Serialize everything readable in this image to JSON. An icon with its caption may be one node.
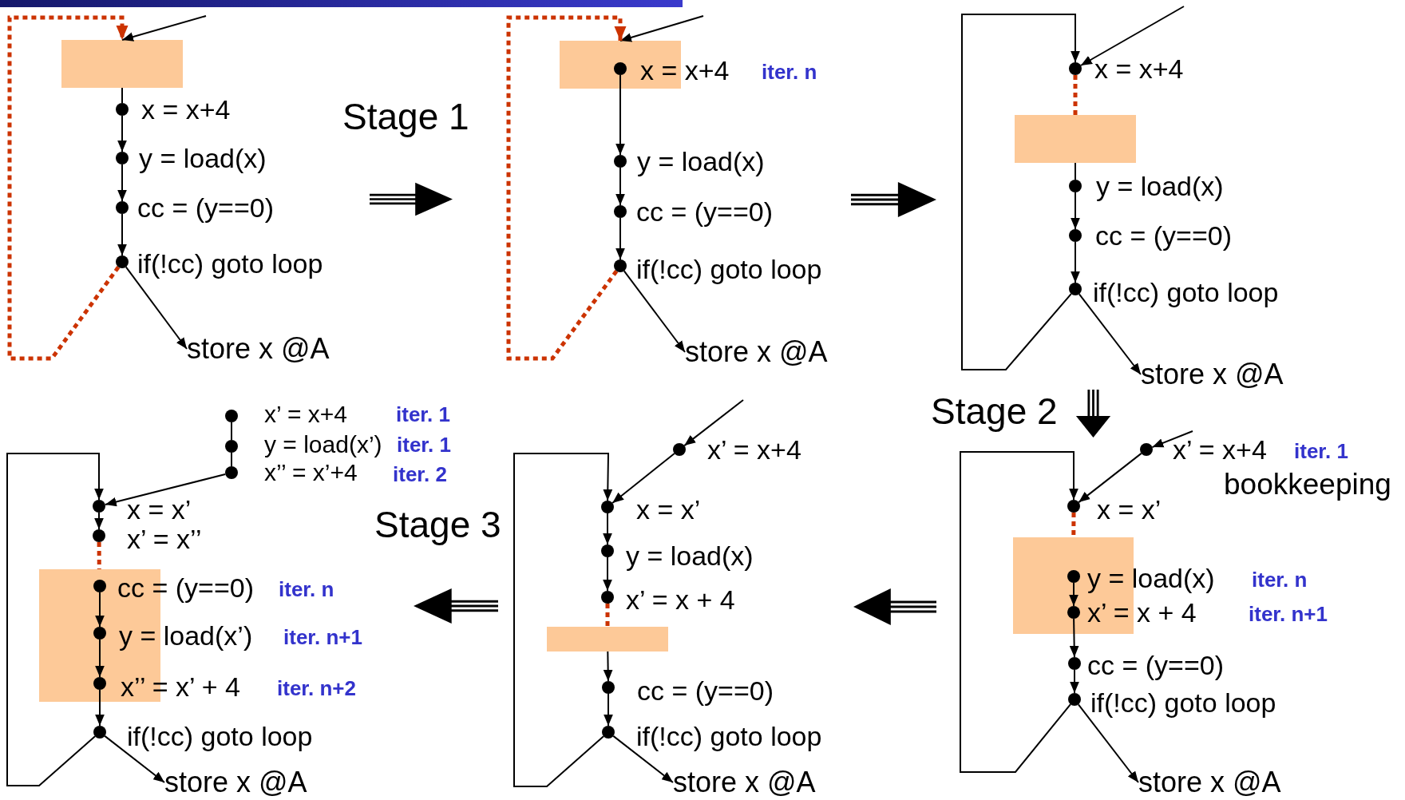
{
  "diagram": {
    "nodes": [
      {
        "text": [],
        "shape": "box"
      },
      {
        "text": [],
        "shape": "circle",
        "beside": [
          "x = x+4"
        ]
      },
      {
        "text": [],
        "shape": "circle",
        "beside": [
          "y = load(x)"
        ]
      },
      {
        "text": [],
        "shape": "circle",
        "beside": [
          "cc = (y==0)"
        ]
      },
      {
        "text": [],
        "shape": "circle",
        "beside": [
          "if(!cc) goto loop"
        ]
      },
      {
        "text": [
          "store x @A"
        ]
      },
      {
        "text": [],
        "shape": "box"
      },
      {
        "text": [],
        "shape": "circle",
        "in": 6,
        "beside": [
          "x = x+4",
          "iter. n"
        ]
      },
      {
        "text": [],
        "shape": "circle",
        "beside": [
          "y = load(x)"
        ]
      },
      {
        "text": [],
        "shape": "circle",
        "beside": [
          "cc = (y==0)"
        ]
      },
      {
        "text": [],
        "shape": "circle",
        "beside": [
          "if(!cc) goto loop"
        ]
      },
      {
        "text": [
          "store x @A"
        ]
      },
      {
        "text": [],
        "shape": "circle",
        "beside": [
          "x = x+4"
        ]
      },
      {
        "text": [],
        "shape": "box"
      },
      {
        "text": [],
        "shape": "circle",
        "beside": [
          "y = load(x)"
        ]
      },
      {
        "text": [],
        "shape": "circle",
        "beside": [
          "cc = (y==0)"
        ]
      },
      {
        "text": [],
        "shape": "circle",
        "beside": [
          "if(!cc) goto loop"
        ]
      },
      {
        "text": [
          "store x @A"
        ]
      },
      {
        "text": [],
        "shape": "circle",
        "beside": [
          "x’ = x+4",
          "iter. 1"
        ]
      },
      {
        "text": [],
        "shape": "circle",
        "beside": [
          "x = x’"
        ]
      },
      {
        "text": [],
        "shape": "box"
      },
      {
        "text": [],
        "shape": "circle",
        "in": 20,
        "beside": [
          "y = load(x)",
          "iter. n"
        ]
      },
      {
        "text": [],
        "shape": "circle",
        "in": 20,
        "beside": [
          "x’ = x + 4",
          "iter. n+1"
        ]
      },
      {
        "text": [],
        "shape": "circle",
        "beside": [
          "cc = (y==0)"
        ]
      },
      {
        "text": [],
        "shape": "circle",
        "beside": [
          "if(!cc) goto loop"
        ]
      },
      {
        "text": [
          "store x @A"
        ]
      },
      {
        "text": [],
        "shape": "circle",
        "beside": [
          "x’ = x+4"
        ]
      },
      {
        "text": [],
        "shape": "circle",
        "beside": [
          "x = x’"
        ]
      },
      {
        "text": [],
        "shape": "circle",
        "beside": [
          "y = load(x)"
        ]
      },
      {
        "text": [],
        "shape": "circle",
        "beside": [
          "x’ = x + 4"
        ]
      },
      {
        "text": [],
        "shape": "box"
      },
      {
        "text": [],
        "shape": "circle",
        "beside": [
          "cc = (y==0)"
        ]
      },
      {
        "text": [],
        "shape": "circle",
        "beside": [
          "if(!cc) goto loop"
        ]
      },
      {
        "text": [
          "store x @A"
        ]
      },
      {
        "text": [],
        "shape": "circle",
        "beside": [
          "x’ = x+4",
          "iter. 1"
        ]
      },
      {
        "text": [],
        "shape": "circle",
        "beside": [
          "y = load(x’)",
          "iter. 1"
        ]
      },
      {
        "text": [],
        "shape": "circle",
        "beside": [
          "x’’ = x’+4",
          "iter. 2"
        ]
      },
      {
        "text": [],
        "shape": "circle",
        "beside": [
          "x = x’"
        ]
      },
      {
        "text": [],
        "shape": "circle",
        "beside": [
          "x’ = x’’"
        ]
      },
      {
        "text": [],
        "shape": "box"
      },
      {
        "text": [],
        "shape": "circle",
        "in": 39,
        "beside": [
          "cc = (y==0)",
          "iter. n"
        ]
      },
      {
        "text": [],
        "shape": "circle",
        "in": 39,
        "beside": [
          "y = load(x’)",
          "iter. n+1"
        ]
      },
      {
        "text": [],
        "shape": "circle",
        "in": 39,
        "beside": [
          "x’’ = x’ + 4",
          "iter. n+2"
        ]
      },
      {
        "text": [],
        "shape": "circle",
        "beside": [
          "if(!cc) goto loop"
        ]
      },
      {
        "text": [
          "store x @A"
        ]
      }
    ],
    "edges": [
      {
        "from": null,
        "to": 0,
        "arrow": "to"
      },
      {
        "from": 0,
        "to": 1,
        "arrow": "none"
      },
      {
        "from": 1,
        "to": 2,
        "arrow": "to"
      },
      {
        "from": 2,
        "to": 3,
        "arrow": "to"
      },
      {
        "from": 3,
        "to": 4,
        "arrow": "to"
      },
      {
        "from": 4,
        "to": 5,
        "arrow": "to"
      },
      {
        "from": 4,
        "to": 0,
        "arrow": "to",
        "style": "dashed",
        "color": "#cc3300"
      },
      {
        "from": null,
        "to": 6,
        "arrow": "to"
      },
      {
        "from": 7,
        "to": 8,
        "arrow": "to"
      },
      {
        "from": 8,
        "to": 9,
        "arrow": "to"
      },
      {
        "from": 9,
        "to": 10,
        "arrow": "to"
      },
      {
        "from": 10,
        "to": 11,
        "arrow": "to"
      },
      {
        "from": 10,
        "to": 6,
        "arrow": "to",
        "style": "dashed",
        "color": "#cc3300"
      },
      {
        "from": null,
        "to": 12,
        "arrow": "to"
      },
      {
        "from": 12,
        "to": 13,
        "arrow": "none",
        "style": "dashed",
        "color": "#cc3300"
      },
      {
        "from": 13,
        "to": 14,
        "arrow": "none"
      },
      {
        "from": 14,
        "to": 15,
        "arrow": "to"
      },
      {
        "from": 15,
        "to": 16,
        "arrow": "to"
      },
      {
        "from": 16,
        "to": 17,
        "arrow": "to"
      },
      {
        "from": 16,
        "to": 12,
        "arrow": "to"
      },
      {
        "from": null,
        "to": 18,
        "arrow": "to"
      },
      {
        "from": 18,
        "to": 19,
        "arrow": "to"
      },
      {
        "from": 19,
        "to": 20,
        "arrow": "none",
        "style": "dashed",
        "color": "#cc3300"
      },
      {
        "from": 21,
        "to": 22,
        "arrow": "to"
      },
      {
        "from": 22,
        "to": 23,
        "arrow": "to"
      },
      {
        "from": 23,
        "to": 24,
        "arrow": "to"
      },
      {
        "from": 24,
        "to": 25,
        "arrow": "to"
      },
      {
        "from": 24,
        "to": 19,
        "arrow": "to"
      },
      {
        "from": null,
        "to": 26,
        "arrow": "to"
      },
      {
        "from": 26,
        "to": 27,
        "arrow": "to"
      },
      {
        "from": 27,
        "to": 28,
        "arrow": "to"
      },
      {
        "from": 28,
        "to": 29,
        "arrow": "to"
      },
      {
        "from": 29,
        "to": 30,
        "arrow": "none",
        "style": "dashed",
        "color": "#cc3300"
      },
      {
        "from": 30,
        "to": 31,
        "arrow": "to"
      },
      {
        "from": 31,
        "to": 32,
        "arrow": "to"
      },
      {
        "from": 32,
        "to": 33,
        "arrow": "to"
      },
      {
        "from": 32,
        "to": 27,
        "arrow": "to"
      },
      {
        "from": 34,
        "to": 35,
        "arrow": "none"
      },
      {
        "from": 35,
        "to": 36,
        "arrow": "none"
      },
      {
        "from": 36,
        "to": 37,
        "arrow": "to"
      },
      {
        "from": 37,
        "to": 38,
        "arrow": "to"
      },
      {
        "from": 38,
        "to": 39,
        "arrow": "none",
        "style": "dashed",
        "color": "#cc3300"
      },
      {
        "from": 40,
        "to": 41,
        "arrow": "to"
      },
      {
        "from": 41,
        "to": 42,
        "arrow": "to"
      },
      {
        "from": 42,
        "to": 43,
        "arrow": "to"
      },
      {
        "from": 43,
        "to": 44,
        "arrow": "to"
      },
      {
        "from": 43,
        "to": 37,
        "arrow": "to"
      }
    ],
    "labels": [
      "Stage 1",
      "Stage 2",
      "bookkeeping",
      "Stage 3"
    ]
  }
}
